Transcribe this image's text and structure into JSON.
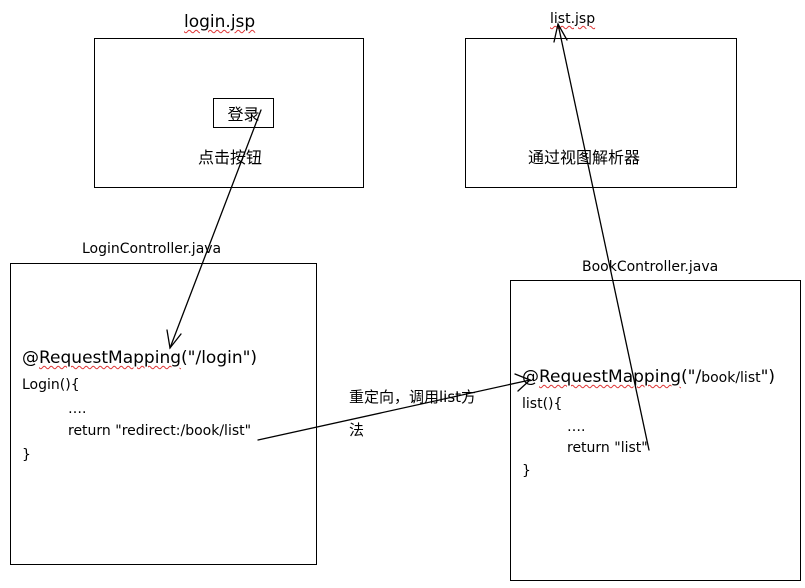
{
  "login_page": {
    "title": "login.jsp",
    "button_label": "登录",
    "caption": "点击按钮"
  },
  "list_page": {
    "title": "list.jsp",
    "caption": "通过视图解析器"
  },
  "login_controller": {
    "title": "LoginController.java",
    "annotation_prefix": "@",
    "annotation_name": "RequestMapping",
    "annotation_args": "(\"/login\")",
    "method_sig": "Login(){",
    "line_dots": "….",
    "line_return": "return \"redirect:/book/list\"",
    "close_brace": "}"
  },
  "book_controller": {
    "title": "BookController.java",
    "annotation_prefix": "@",
    "annotation_name": "RequestMapping",
    "annotation_args_open": "(\"/",
    "annotation_path": "book/list",
    "annotation_args_close": "\")",
    "method_sig": "list(){",
    "line_dots": "….",
    "line_return": "return \"list\"",
    "close_brace": "}"
  },
  "redirect_note": {
    "line1": "重定向，调用list方",
    "line2": "法"
  },
  "colors": {
    "line": "#000000",
    "spellcheck": "#dd3333"
  }
}
